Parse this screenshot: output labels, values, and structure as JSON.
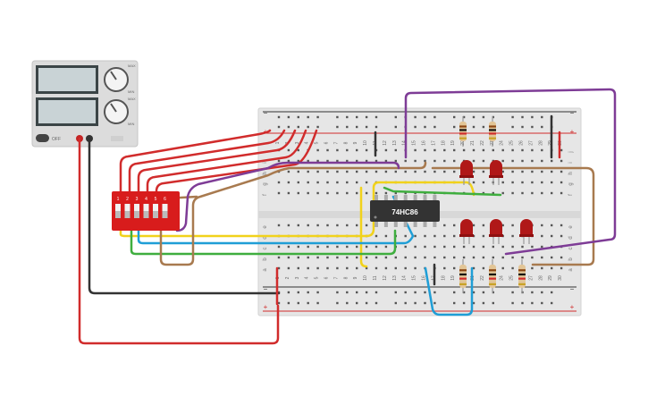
{
  "power_supply": {
    "switch_label": "OFF",
    "knob1_labels": [
      "MIN",
      "MAX"
    ],
    "knob2_labels": [
      "MIN",
      "MAX"
    ]
  },
  "breadboard": {
    "row_letters_top": [
      "j",
      "i",
      "h",
      "g",
      "f"
    ],
    "row_letters_bottom": [
      "e",
      "d",
      "c",
      "b",
      "a"
    ],
    "rail_minus": "−",
    "rail_plus": "+",
    "column_numbers": [
      "1",
      "2",
      "3",
      "4",
      "5",
      "6",
      "7",
      "8",
      "9",
      "10",
      "11",
      "12",
      "13",
      "14",
      "15",
      "16",
      "17",
      "18",
      "19",
      "20",
      "21",
      "22",
      "23",
      "24",
      "25",
      "26",
      "27",
      "28",
      "29",
      "30"
    ]
  },
  "ic": {
    "label": "74HC86"
  },
  "dip_switch": {
    "numbers": [
      "1",
      "2",
      "3",
      "4",
      "5",
      "6"
    ]
  },
  "colors": {
    "red": "#d12c2c",
    "black": "#333333",
    "yellow": "#f1d21b",
    "blue": "#1f9ed6",
    "green": "#3fae3f",
    "brown": "#a87a4f",
    "purple": "#7e3c96",
    "led": "#b01818",
    "board": "#e6e6e6"
  }
}
